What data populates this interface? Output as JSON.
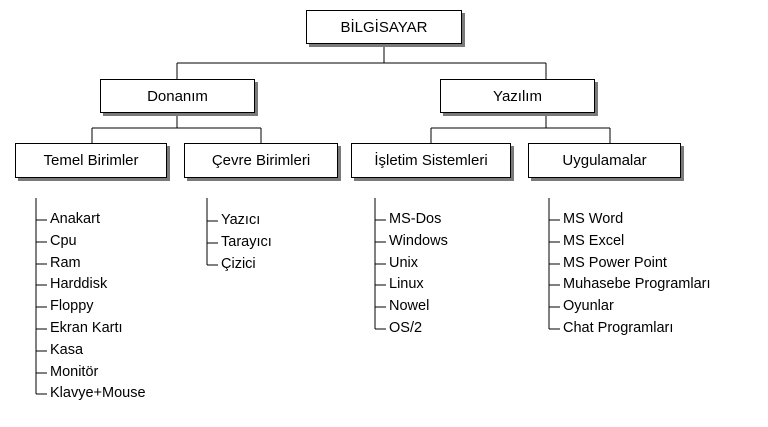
{
  "root": {
    "label": "BİLGİSAYAR"
  },
  "donanim": {
    "label": "Donanım",
    "temel": {
      "label": "Temel Birimler",
      "items": [
        "Anakart",
        "Cpu",
        "Ram",
        "Harddisk",
        "Floppy",
        "Ekran Kartı",
        "Kasa",
        "Monitör",
        "Klavye+Mouse"
      ]
    },
    "cevre": {
      "label": "Çevre Birimleri",
      "items": [
        "Yazıcı",
        "Tarayıcı",
        "Çizici"
      ]
    }
  },
  "yazilim": {
    "label": "Yazılım",
    "isletim": {
      "label": "İşletim Sistemleri",
      "items": [
        "MS-Dos",
        "Windows",
        "Unix",
        "Linux",
        "Nowel",
        "OS/2"
      ]
    },
    "uygulama": {
      "label": "Uygulamalar",
      "items": [
        "MS Word",
        "MS Excel",
        "MS Power Point",
        "Muhasebe Programları",
        "Oyunlar",
        "Chat Programları"
      ]
    }
  }
}
